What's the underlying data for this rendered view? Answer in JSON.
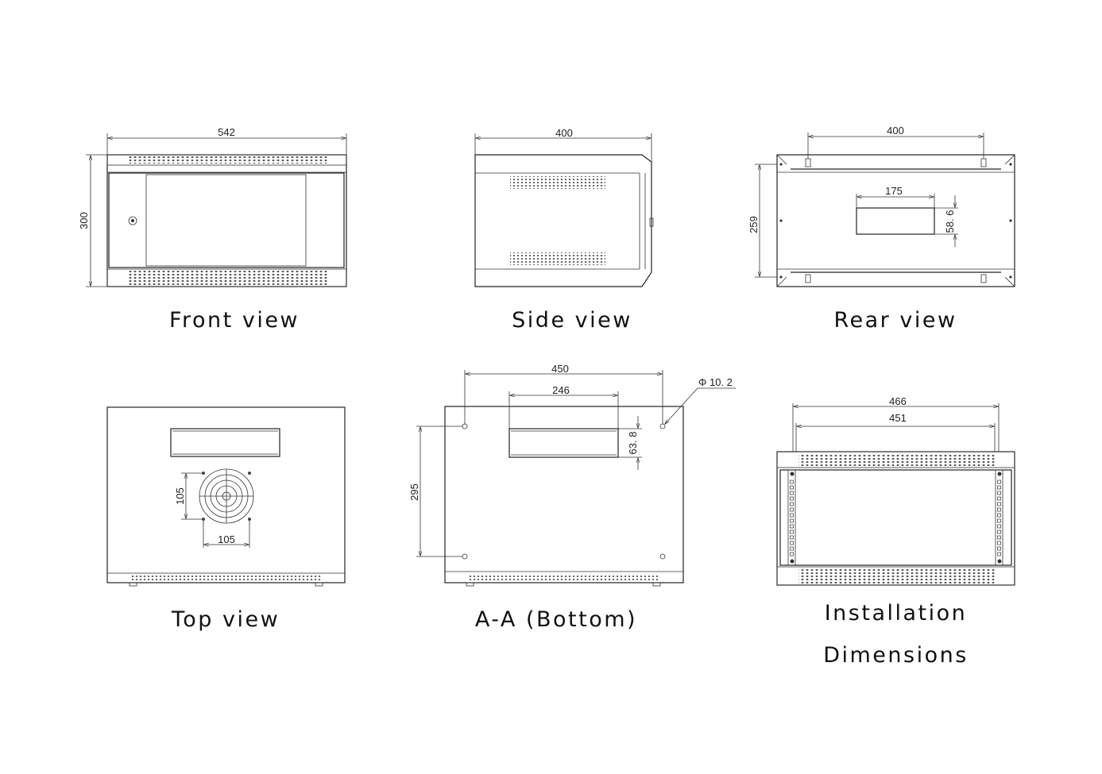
{
  "views": {
    "front": {
      "caption": "Front view",
      "dims": {
        "width": "542",
        "height": "300"
      }
    },
    "side": {
      "caption": "Side view",
      "dims": {
        "depth": "400"
      }
    },
    "rear": {
      "caption": "Rear view",
      "dims": {
        "hole_span": "400",
        "height": "259",
        "cutout_w": "175",
        "cutout_h": "58. 6"
      }
    },
    "top": {
      "caption": "Top view",
      "dims": {
        "fan_h": "105",
        "fan_w": "105"
      }
    },
    "bottom": {
      "caption": "A-A (Bottom)",
      "dims": {
        "hole_span": "450",
        "cutout_w": "246",
        "cutout_h": "63. 8",
        "hole_depth": "295",
        "hole_dia": "Φ 10. 2"
      }
    },
    "installation": {
      "caption_line1": "Installation",
      "caption_line2": "Dimensions",
      "dims": {
        "outer": "466",
        "inner": "451"
      }
    }
  }
}
